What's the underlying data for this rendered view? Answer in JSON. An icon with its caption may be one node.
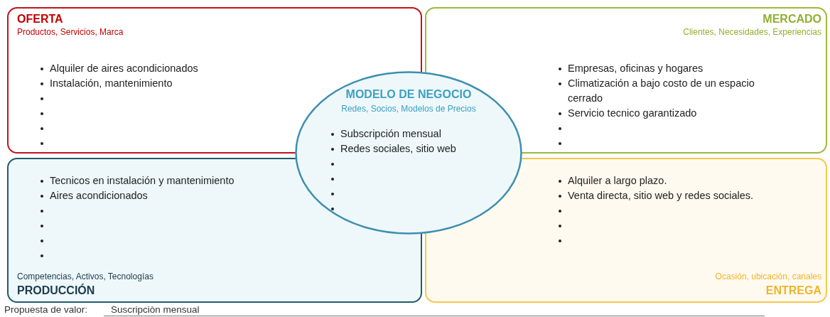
{
  "diagram": {
    "nodes": [
      {
        "text": [
          "OFERTA",
          "Productos, Servicios, Marca",
          "Alquiler de aires acondicionados",
          "Instalación, mantenimiento"
        ]
      },
      {
        "text": [
          "MERCADO",
          "Clientes, Necesidades, Experiencias",
          "Empresas, oficinas y hogares",
          "Climatización a bajo costo de un espacio cerrado",
          "Servicio tecnico garantizado"
        ]
      },
      {
        "text": [
          "MODELO DE NEGOCIO",
          "Redes, Socios, Modelos de Precios",
          "Subscripción mensual",
          "Redes sociales, sitio web"
        ]
      },
      {
        "text": [
          "Tecnicos en instalación y mantenimiento",
          "Aires acondicionados",
          "Competencias, Activos, Tecnologías",
          "PRODUCCIÓN"
        ]
      },
      {
        "text": [
          "Alquiler a largo plazo.",
          "Venta directa, sitio web y redes sociales.",
          "Ocasión, ubicación, canales",
          "ENTREGA"
        ]
      }
    ],
    "labels": [
      "Propuesta de valor:",
      "Suscripciòn mensual"
    ]
  }
}
